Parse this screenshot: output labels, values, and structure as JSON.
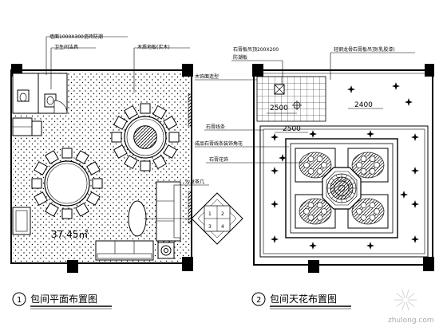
{
  "plans": {
    "left": {
      "number": "1",
      "caption": "包间平面布置图",
      "area_label": "37.45㎡",
      "callouts": {
        "top_left_1": "墙面1000X300瓷砖防潮",
        "top_left_2": "卫生间洁具",
        "top_right": "木质地板(实木)",
        "side_right": "沙发茶几"
      },
      "legend_box": [
        "1",
        "2",
        "3",
        "4"
      ]
    },
    "right": {
      "number": "2",
      "caption": "包间天花布置图",
      "dims": {
        "d1": "2500",
        "d2": "2400",
        "d3": "2500"
      },
      "callouts": {
        "top_1": "石膏板吊顶200X200",
        "top_2": "防潮板",
        "top_right": "轻钢龙骨石膏板吊顶(乳胶漆)",
        "left_1": "木饰面造型",
        "left_2": "石膏线条",
        "left_3": "成品石膏线条装饰角花",
        "left_4": "石膏花饰"
      }
    }
  },
  "watermark": {
    "text": "zhulong.com"
  }
}
